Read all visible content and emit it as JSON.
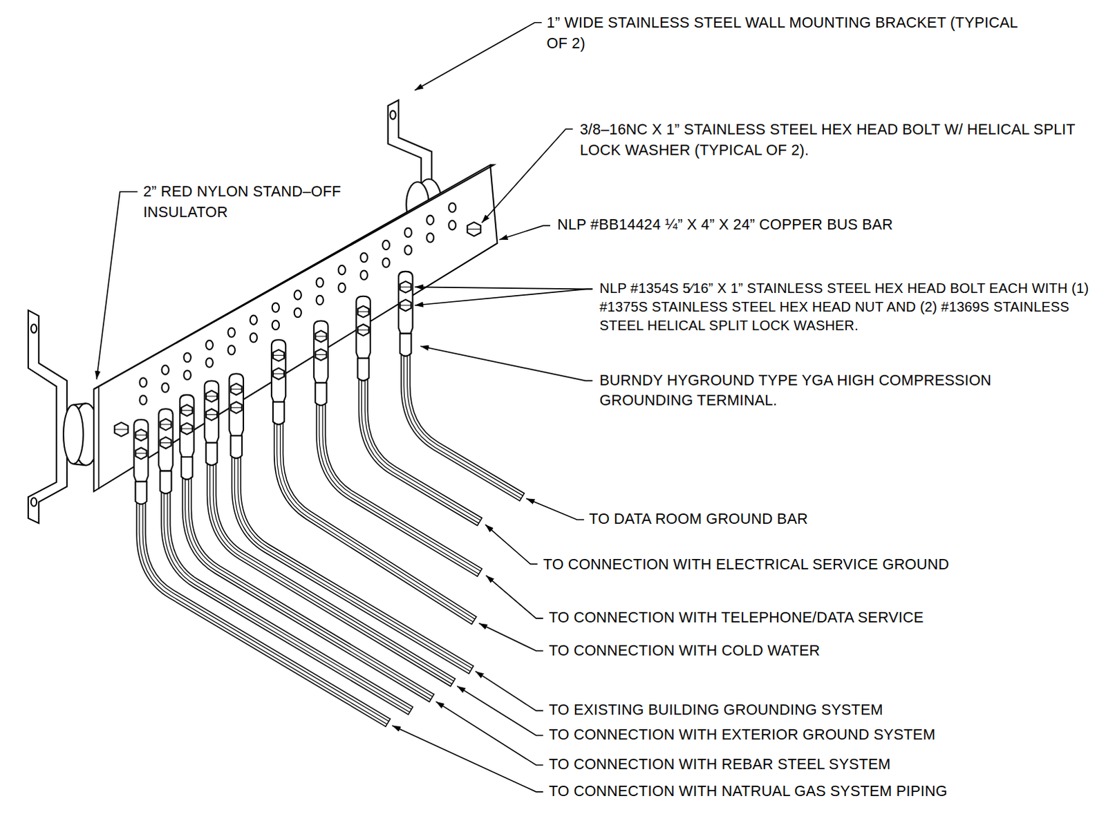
{
  "diagram": {
    "labels": [
      "1” WIDE STAINLESS STEEL WALL MOUNTING BRACKET (TYPICAL OF 2)",
      "3/8–16NC X 1” STAINLESS STEEL HEX HEAD BOLT W/ HELICAL SPLIT LOCK WASHER (TYPICAL OF 2).",
      "2” RED NYLON STAND–OFF INSULATOR",
      "NLP #BB14424 ¼” X 4” X 24” COPPER BUS BAR",
      "NLP #1354S 5⁄16” X 1” STAINLESS STEEL HEX HEAD BOLT EACH WITH (1) #1375S STAINLESS STEEL HEX HEAD NUT AND (2) #1369S STAINLESS STEEL HELICAL SPLIT LOCK WASHER.",
      "BURNDY HYGROUND TYPE YGA HIGH COMPRESSION GROUNDING TERMINAL.",
      "TO DATA ROOM GROUND BAR",
      "TO CONNECTION WITH ELECTRICAL SERVICE GROUND",
      "TO CONNECTION WITH TELEPHONE/DATA SERVICE",
      "TO CONNECTION WITH COLD WATER",
      "TO EXISTING BUILDING GROUNDING SYSTEM",
      "TO CONNECTION WITH EXTERIOR GROUND SYSTEM",
      "TO CONNECTION WITH REBAR STEEL SYSTEM",
      "TO CONNECTION WITH NATRUAL GAS SYSTEM PIPING"
    ]
  }
}
